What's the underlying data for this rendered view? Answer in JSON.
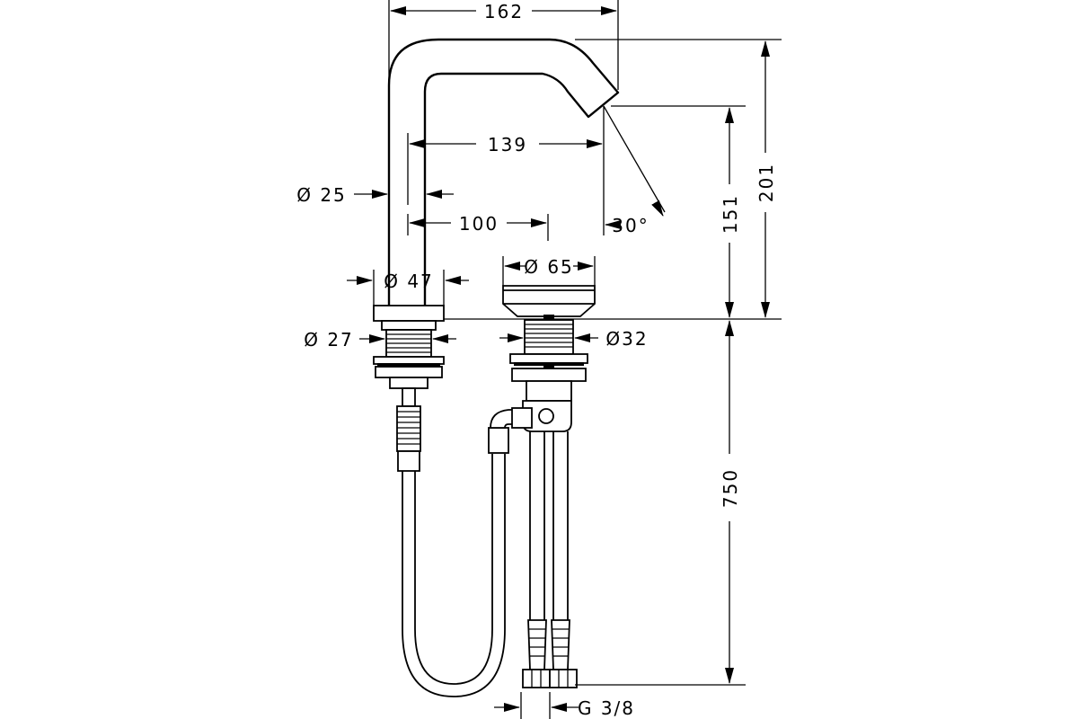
{
  "dimensions": {
    "spout_reach_total": "162",
    "spout_reach_outlet": "139",
    "spout_centre_offset": "100",
    "spout_tube_diameter": "Ø 25",
    "spout_base_diameter": "Ø 47",
    "spout_shank_diameter": "Ø 27",
    "valve_cap_diameter": "Ø 65",
    "valve_shank_diameter": "Ø32",
    "outlet_angle": "30°",
    "outlet_height": "151",
    "total_height": "201",
    "hose_length": "750",
    "connection_thread": "G 3/8"
  },
  "colors": {
    "line": "#000000",
    "background": "#ffffff"
  }
}
